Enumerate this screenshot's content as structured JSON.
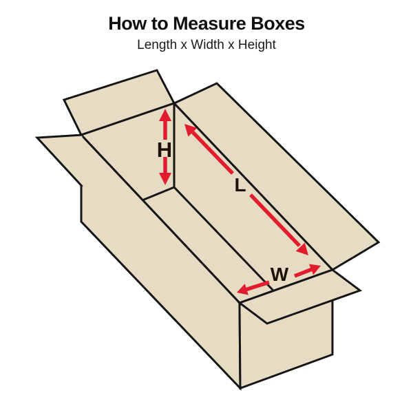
{
  "header": {
    "title": "How to Measure Boxes",
    "subtitle": "Length x Width x Height"
  },
  "diagram": {
    "dimension_labels": {
      "height": "H",
      "length": "L",
      "width": "W"
    },
    "colors": {
      "background": "#ffffff",
      "cardboard": "#e6dcc3",
      "outline": "#151515",
      "arrow_red": "#e31b2e",
      "label_text": "#1c1206",
      "title_text": "#0f0f0f"
    }
  }
}
